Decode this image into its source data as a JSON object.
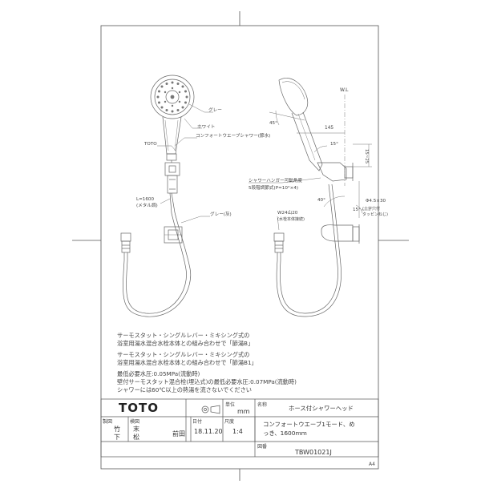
{
  "colors": {
    "line": "#666666",
    "border": "#555555",
    "text": "#444444"
  },
  "callouts": {
    "gray": "グレー",
    "white": "ホワイト",
    "toto_mark": "TOTO",
    "hose_name": "コンフォートウエーブシャワー(節水)",
    "hose_length": "L=1600",
    "hose_type": "(メタル調)",
    "gray_shape": "グレー(灰)",
    "wl": "W.L",
    "angle_45": "45°",
    "dim_145": "145",
    "angle_15": "15°",
    "dim_15_25": "15~25",
    "hanger_title": "シャワーハンガー可動角度",
    "hanger_detail": "5段階調節式(P=10°×4)",
    "angle_40": "40°",
    "angle_15b": "15°",
    "screw_size": "Φ4.5×30",
    "screw_note1": "(十字穴付",
    "screw_note2": "タッピンねじ)",
    "thread_size": "W24山20",
    "thread_note": "(水栓本体接続)"
  },
  "notes": [
    "サーモスタット・シングルレバー・ミキシング式の",
    "浴室用湯水混合水栓本体との組み合わせで「節湯B」",
    "サーモスタット・シングルレバー・ミキシング式の",
    "浴室用湯水混合水栓本体との組み合わせで「節湯B1」",
    "最低必要水圧:0.05MPa(流動時)",
    "壁付サーモスタット混合栓(埋込式)の最低必要水圧:0.07MPa(流動時)",
    "シャワーには60℃以上の熱湯を流さないでください"
  ],
  "title_block": {
    "logo": "TOTO",
    "unit_label": "単位",
    "unit_value": "mm",
    "name_label": "名称",
    "name_value": "ホース付シャワーヘッド",
    "description_line1": "コンフォートウエーブ1モード、め",
    "description_line2": "っき、1600mm",
    "drawn_label": "製図",
    "checked_label": "検図",
    "date_label": "日付",
    "scale_label": "尺度",
    "drawn_by_1": "竹",
    "drawn_by_2": "下",
    "checked_by_1": "末",
    "checked_by_2": "松",
    "approved_by": "前田",
    "date_value": "18.11.20",
    "scale_value": "1:4",
    "drawing_no_label": "図番",
    "drawing_no": "TBW01021J",
    "paper_size": "A4"
  }
}
